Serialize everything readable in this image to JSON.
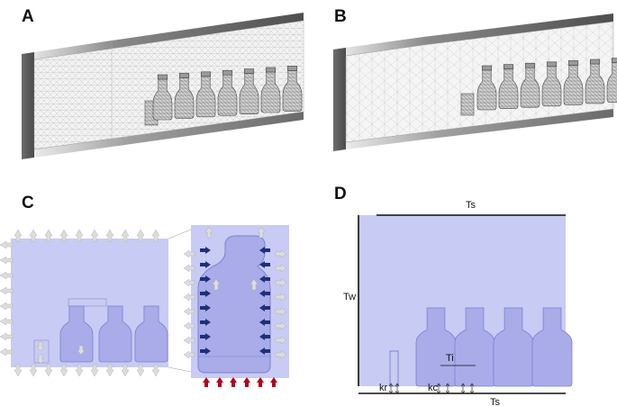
{
  "panels": {
    "a": {
      "label": "A"
    },
    "b": {
      "label": "B"
    },
    "c": {
      "label": "C"
    },
    "d": {
      "label": "D"
    }
  },
  "annotations": {
    "ts_top": "Ts",
    "tw": "Tw",
    "ti": "Ti",
    "kr": "kr",
    "kc": "kc",
    "ts_bottom": "Ts"
  },
  "colors": {
    "domain_fill": "#c8cbf3",
    "vial_fill": "#a9ace8",
    "mesh_face": "#f2f2f2",
    "mesh_dark": "#555555",
    "arrow_navy": "#1f2f7a",
    "arrow_grey": "#dcdcdc",
    "arrow_red": "#b3001b",
    "boundary_line": "#111111"
  }
}
